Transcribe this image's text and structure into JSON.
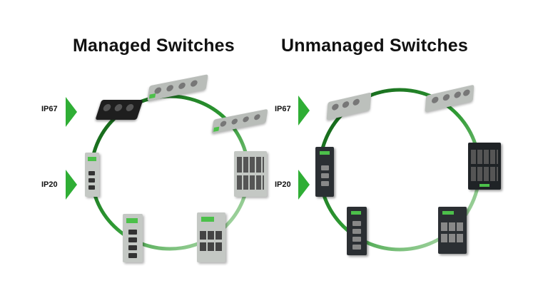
{
  "titles": {
    "managed": "Managed Switches",
    "unmanaged": "Unmanaged Switches"
  },
  "labels": {
    "ip67": "IP67",
    "ip20": "IP20"
  },
  "colors": {
    "ring_green": "#1f7a22",
    "arrow_green": "#2fae35",
    "device_gray": "#c9cdc9",
    "device_dark": "#2b2f33",
    "terminal_green": "#4cc04a"
  }
}
